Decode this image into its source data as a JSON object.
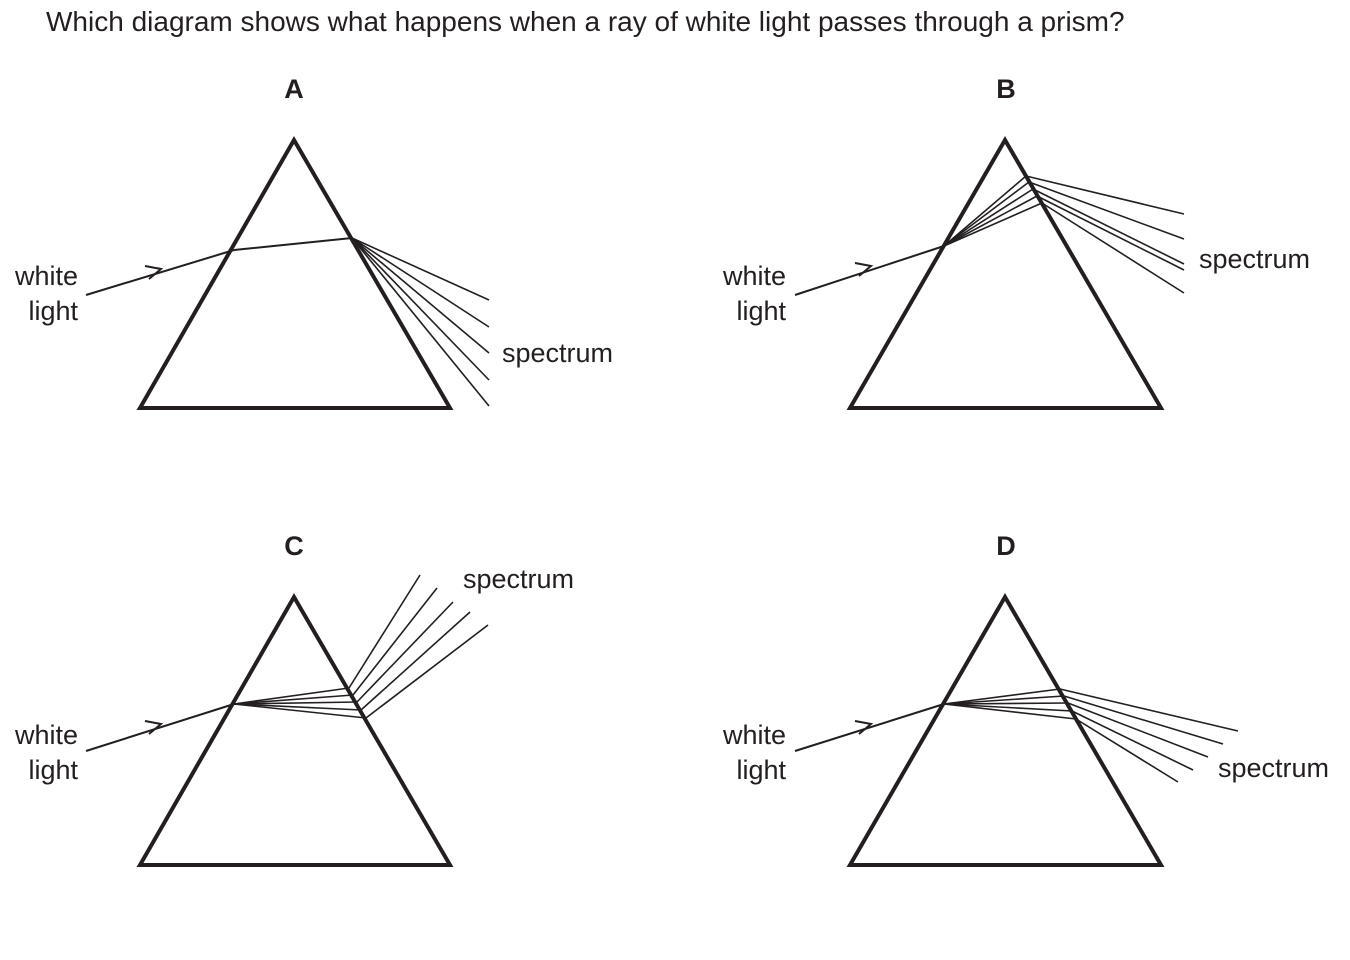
{
  "question": "Which diagram shows what happens when a ray of white light passes through a prism?",
  "options": [
    {
      "label": "A",
      "white_text": "white",
      "light_text": "light",
      "spectrum_text": "spectrum"
    },
    {
      "label": "B",
      "white_text": "white",
      "light_text": "light",
      "spectrum_text": "spectrum"
    },
    {
      "label": "C",
      "white_text": "white",
      "light_text": "light",
      "spectrum_text": "spectrum"
    },
    {
      "label": "D",
      "white_text": "white",
      "light_text": "light",
      "spectrum_text": "spectrum"
    }
  ]
}
